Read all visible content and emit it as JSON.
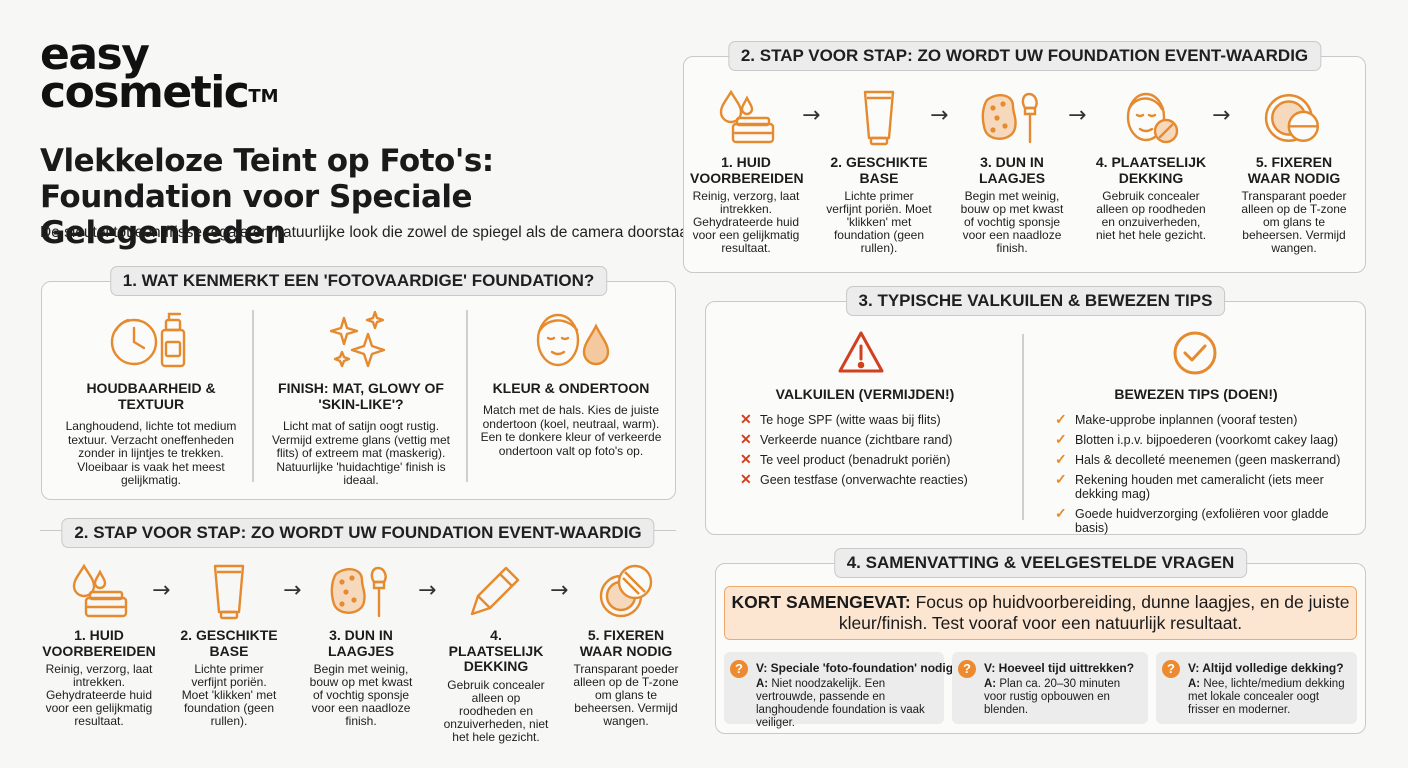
{
  "brand": {
    "line1": "easy",
    "line2": "cosmetic",
    "tm": "TM"
  },
  "title": "Vlekkeloze Teint op Foto's: Foundation voor Speciale Gelegenheden",
  "subtitle": "De sleutel tot een frisse, egale en natuurlijke look die zowel de spiegel als de camera doorstaat.",
  "colors": {
    "accent": "#e58a2e",
    "danger": "#d1401f",
    "summary_bg": "#fde6d1",
    "panel_border": "#c9c9c9"
  },
  "section1": {
    "title": "1. WAT KENMERKT EEN 'FOTOVAARDIGE' FOUNDATION?",
    "columns": [
      {
        "icon": "clock-and-bottle-icon",
        "heading": "HOUDBAARHEID & TEXTUUR",
        "body": "Langhoudend, lichte tot medium textuur. Verzacht oneffenheden zonder in lijntjes te trekken. Vloeibaar is vaak het meest gelijkmatig."
      },
      {
        "icon": "sparkles-icon",
        "heading": "FINISH: MAT, GLOWY OF 'SKIN-LIKE'?",
        "body": "Licht mat of satijn oogt rustig. Vermijd extreme glans (vettig met flits) of extreem mat (maskerig). Natuurlijke 'huidachtige' finish is ideaal."
      },
      {
        "icon": "face-and-drop-icon",
        "heading": "KLEUR & ONDERTOON",
        "body": "Match met de hals. Kies de juiste ondertoon (koel, neutraal, warm). Een te donkere kleur of verkeerde ondertoon valt op foto's op."
      }
    ]
  },
  "section2": {
    "title": "2. STAP VOOR STAP: ZO WORDT UW FOUNDATION EVENT-WAARDIG",
    "steps": [
      {
        "icon": "drops-and-jar-icon",
        "heading": "1. HUID VOORBEREIDEN",
        "body": "Reinig, verzorg, laat intrekken. Gehydrateerde huid voor een gelijkmatig resultaat."
      },
      {
        "icon": "tube-icon",
        "heading": "2. GESCHIKTE BASE",
        "body": "Lichte primer verfijnt poriën. Moet 'klikken' met foundation (geen rullen)."
      },
      {
        "icon": "sponge-and-brush-icon",
        "heading": "3. DUN IN LAAGJES",
        "body": "Begin met weinig, bouw op met kwast of vochtig sponsje voor een naadloze finish."
      },
      {
        "icon": "concealer-pen-icon",
        "heading": "4. PLAATSELIJK DEKKING",
        "body": "Gebruik concealer alleen op roodheden en onzuiverheden, niet het hele gezicht."
      },
      {
        "icon": "powder-compact-icon",
        "heading": "5. FIXEREN WAAR NODIG",
        "body": "Transparant poeder alleen op de T-zone om glans te beheersen. Vermijd wangen."
      }
    ]
  },
  "section2_right": {
    "title": "2. STAP VOOR STAP: ZO WORDT UW FOUNDATION EVENT-WAARDIG",
    "steps": [
      {
        "icon": "drops-and-jar-icon",
        "heading": "1. HUID VOORBEREIDEN",
        "body": "Reinig, verzorg, laat intrekken. Gehydrateerde huid voor een gelijkmatig resultaat."
      },
      {
        "icon": "tube-icon",
        "heading": "2. GESCHIKTE BASE",
        "body": "Lichte primer verfijnt poriën. Moet 'klikken' met foundation (geen rullen)."
      },
      {
        "icon": "sponge-and-brush-icon",
        "heading": "3. DUN IN LAAGJES",
        "body": "Begin met weinig, bouw op met kwast of vochtig sponsje voor een naadloze finish."
      },
      {
        "icon": "face-concealer-icon",
        "heading": "4. PLAATSELIJK DEKKING",
        "body": "Gebruik concealer alleen op roodheden en onzuiverheden, niet het hele gezicht."
      },
      {
        "icon": "powder-compact-icon",
        "heading": "5. FIXEREN WAAR NODIG",
        "body": "Transparant poeder alleen op de T-zone om glans te beheersen. Vermijd wangen."
      }
    ]
  },
  "section3": {
    "title": "3. TYPISCHE VALKUILEN & BEWEZEN TIPS",
    "pitfalls": {
      "heading": "VALKUILEN (VERMIJDEN!)",
      "icon": "warning-triangle-icon",
      "items": [
        "Te hoge SPF (witte waas bij flits)",
        "Verkeerde nuance (zichtbare rand)",
        "Te veel product (benadrukt poriën)",
        "Geen testfase (onverwachte reacties)"
      ]
    },
    "tips": {
      "heading": "BEWEZEN TIPS (DOEN!)",
      "icon": "check-circle-icon",
      "items": [
        "Make-upprobe inplannen (vooraf testen)",
        "Blotten i.p.v. bijpoederen (voorkomt cakey laag)",
        "Hals & decolleté meenemen (geen maskerrand)",
        "Rekening houden met cameralicht (iets meer dekking mag)",
        "Goede huidverzorging (exfoliëren voor gladde basis)"
      ]
    }
  },
  "section4": {
    "title": "4. SAMENVATTING & VEELGESTELDE VRAGEN",
    "summary_label": "KORT SAMENGEVAT:",
    "summary_text": " Focus op huidvoorbereiding, dunne laagjes, en de juiste kleur/finish. Test vooraf voor een natuurlijk resultaat.",
    "faqs": [
      {
        "q": "V: Speciale 'foto-foundation' nodig?",
        "a_label": "A:",
        "a": " Niet noodzakelijk. Een vertrouwde, passende en langhoudende foundation is vaak veiliger."
      },
      {
        "q": "V: Hoeveel tijd uittrekken?",
        "a_label": "A:",
        "a": " Plan ca. 20–30 minuten voor rustig opbouwen en blenden."
      },
      {
        "q": "V: Altijd volledige dekking?",
        "a_label": "A:",
        "a": " Nee, lichte/medium dekking met lokale concealer oogt frisser en moderner."
      }
    ]
  }
}
